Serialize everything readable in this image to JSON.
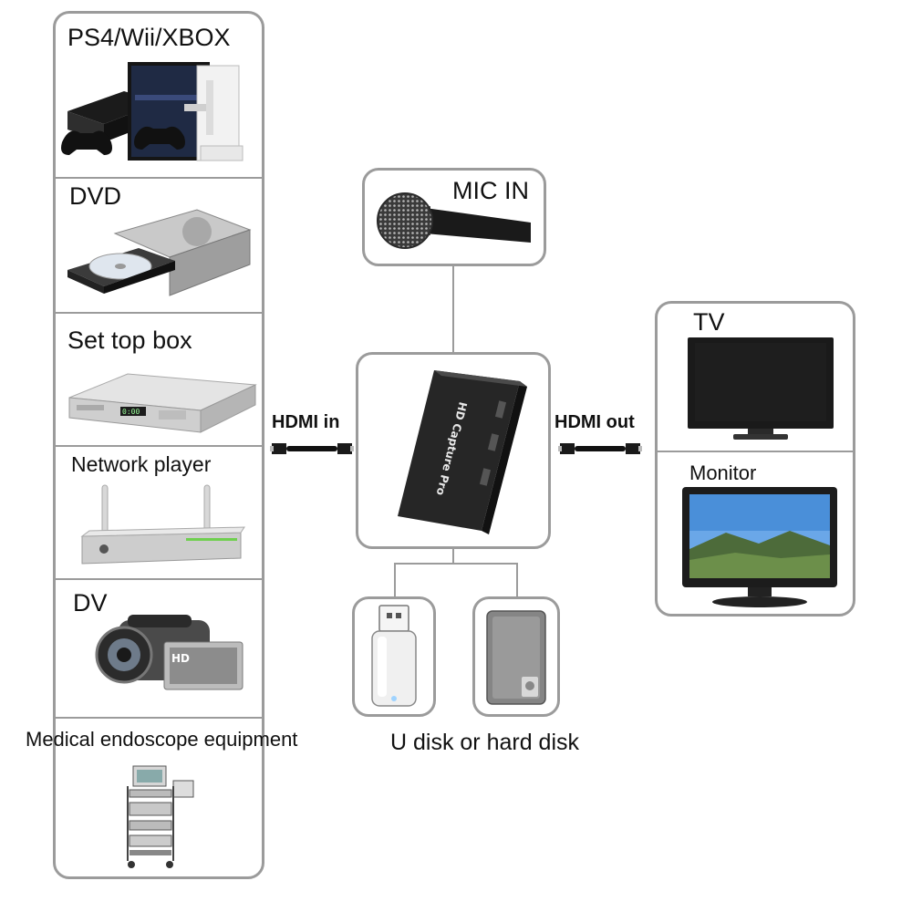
{
  "sources": {
    "ps4_label": "PS4/Wii/XBOX",
    "dvd_label": "DVD",
    "settop_label": "Set top box",
    "network_label": "Network player",
    "dv_label": "DV",
    "medical_label": "Medical endoscope equipment"
  },
  "mic_label": "MIC IN",
  "hdmi_in_label": "HDMI in",
  "hdmi_out_label": "HDMI out",
  "device_label": "HD Capture Pro",
  "outputs": {
    "tv_label": "TV",
    "monitor_label": "Monitor"
  },
  "storage_label": "U disk or hard disk",
  "icons": {
    "consoles": "game-consoles-icon",
    "dvd": "dvd-drive-icon",
    "settop": "set-top-box-icon",
    "network": "network-player-icon",
    "dv": "camcorder-icon",
    "medical": "endoscope-cart-icon",
    "mic": "microphone-icon",
    "capture": "capture-box-icon",
    "tv": "tv-icon",
    "monitor": "monitor-icon",
    "usb": "usb-drive-icon",
    "hdd": "hard-disk-icon",
    "cable": "hdmi-cable-icon"
  }
}
